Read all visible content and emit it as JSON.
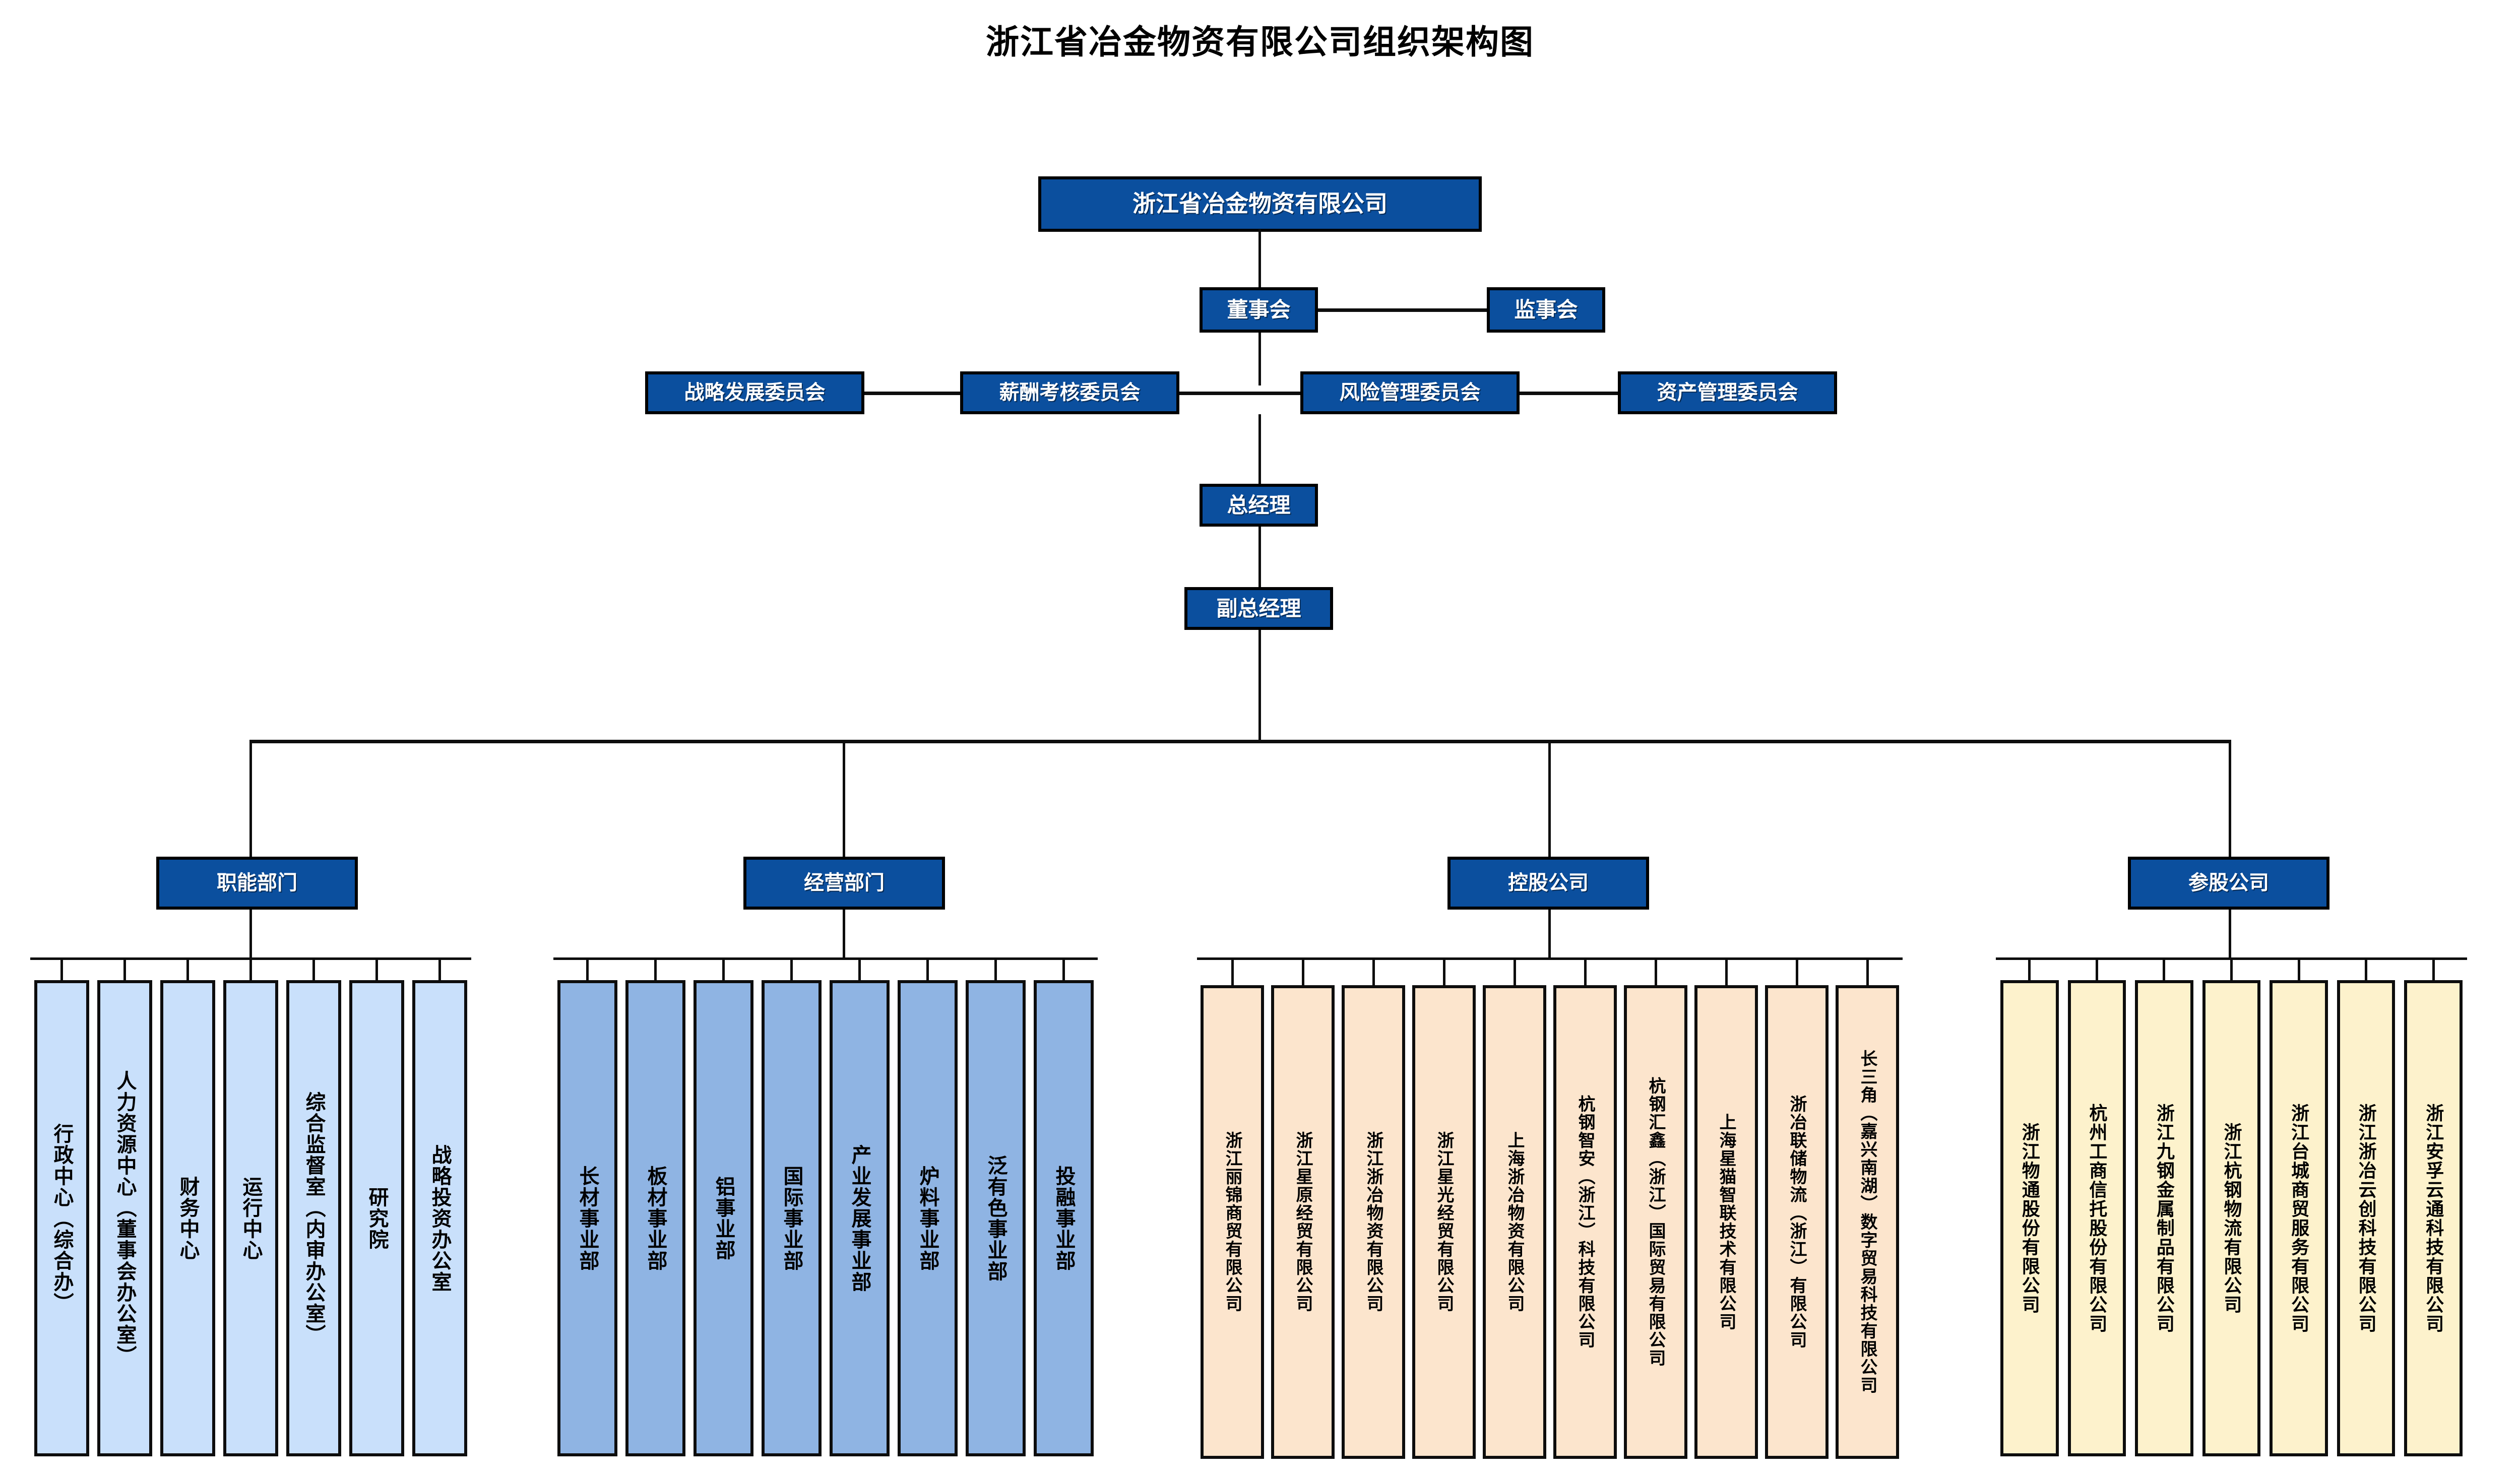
{
  "title": "浙江省冶金物资有限公司组织架构图",
  "colors": {
    "executive_blue": "#0b4f9e",
    "functional_dept_fill": "#c9e0fb",
    "business_dept_fill": "#8fb4e3",
    "holding_company_fill": "#fce5cd",
    "participating_company_fill": "#fdf2cc",
    "line": "#0d0d0d",
    "background": "#ffffff"
  },
  "top": {
    "company": "浙江省冶金物资有限公司",
    "board": "董事会",
    "supervisory_board": "监事会",
    "general_manager": "总经理",
    "deputy_general_manager": "副总经理"
  },
  "committees": [
    "战略发展委员会",
    "薪酬考核委员会",
    "风险管理委员会",
    "资产管理委员会"
  ],
  "groups": [
    {
      "header": "职能部门",
      "items": [
        "行政中心（综合办）",
        "人力资源中心（董事会办公室）",
        "财务中心",
        "运行中心",
        "综合监督室（内审办公室）",
        "研究院",
        "战略投资办公室"
      ]
    },
    {
      "header": "经营部门",
      "items": [
        "长材事业部",
        "板材事业部",
        "铝事业部",
        "国际事业部",
        "产业发展事业部",
        "炉料事业部",
        "泛有色事业部",
        "投融事业部"
      ]
    },
    {
      "header": "控股公司",
      "items": [
        "浙江丽锦商贸有限公司",
        "浙江星原经贸有限公司",
        "浙江浙冶物资有限公司",
        "浙江星光经贸有限公司",
        "上海浙冶物资有限公司",
        "杭钢智安（浙江）科技有限公司",
        "杭钢汇鑫（浙江）国际贸易有限公司",
        "上海星猫智联技术有限公司",
        "浙冶联储物流（浙江）有限公司",
        "长三角（嘉兴南湖）数字贸易科技有限公司"
      ]
    },
    {
      "header": "参股公司",
      "items": [
        "浙江物通股份有限公司",
        "杭州工商信托股份有限公司",
        "浙江九钢金属制品有限公司",
        "浙江杭钢物流有限公司",
        "浙江台城商贸服务有限公司",
        "浙江浙冶云创科技有限公司",
        "浙江安孚云通科技有限公司"
      ]
    }
  ]
}
